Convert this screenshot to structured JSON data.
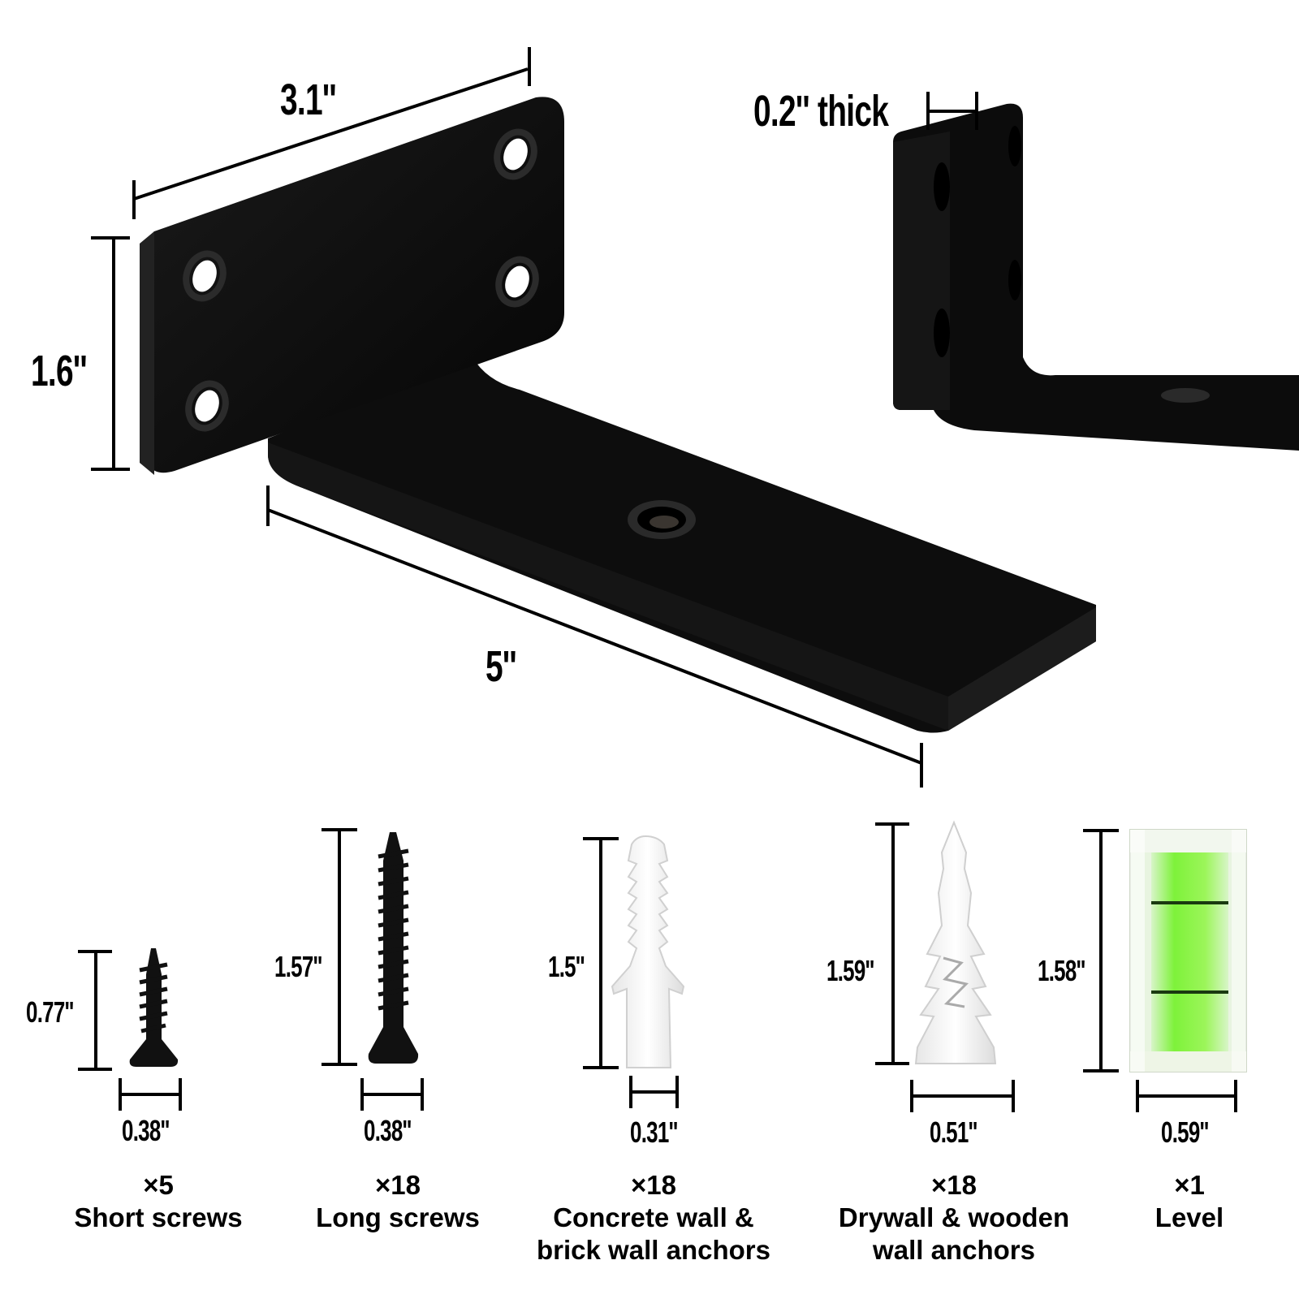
{
  "bracket": {
    "width_label": "3.1''",
    "height_label": "1.6''",
    "length_label": "5''",
    "thickness_label": "0.2'' thick"
  },
  "items": [
    {
      "qty": "×5",
      "name": [
        "Short screws"
      ],
      "height_label": "0.77''",
      "width_label": "0.38''"
    },
    {
      "qty": "×18",
      "name": [
        "Long screws"
      ],
      "height_label": "1.57''",
      "width_label": "0.38''"
    },
    {
      "qty": "×18",
      "name": [
        "Concrete wall &",
        "brick wall anchors"
      ],
      "height_label": "1.5''",
      "width_label": "0.31''"
    },
    {
      "qty": "×18",
      "name": [
        "Drywall & wooden",
        "wall anchors"
      ],
      "height_label": "1.59''",
      "width_label": "0.51''"
    },
    {
      "qty": "×1",
      "name": [
        "Level"
      ],
      "height_label": "1.58''",
      "width_label": "0.59''"
    }
  ],
  "colors": {
    "bracket": "#0b0b0b",
    "anchor": "#f2f2f2",
    "level_liquid": "#7ef23a",
    "dim_line": "#000000"
  },
  "icons": [
    "bracket-main",
    "bracket-side",
    "short-screw",
    "long-screw",
    "concrete-anchor",
    "drywall-anchor",
    "bubble-level"
  ]
}
